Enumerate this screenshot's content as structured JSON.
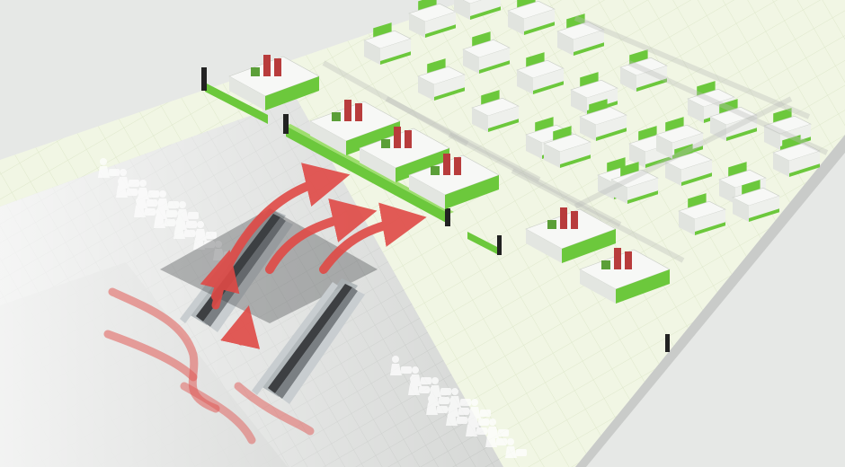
{
  "scene": {
    "description_name": "isometric-store-floor-plan",
    "colors": {
      "background": "#e6e8e6",
      "floor": "#f1f6e4",
      "floor_grid": "#dfe8cc",
      "walkway": "#d2d4d2",
      "accent_green": "#6cc83c",
      "shelf_white": "#f7f8f6",
      "display_red": "#b83c3c",
      "arrow_red": "#e04a46",
      "escalator_dark": "#3d3f42",
      "escalator_glass": "#a9b0b4"
    },
    "shelving_rows": 8,
    "checkout_lanes": 3,
    "escalators": 2,
    "flow_arrows": 7
  }
}
